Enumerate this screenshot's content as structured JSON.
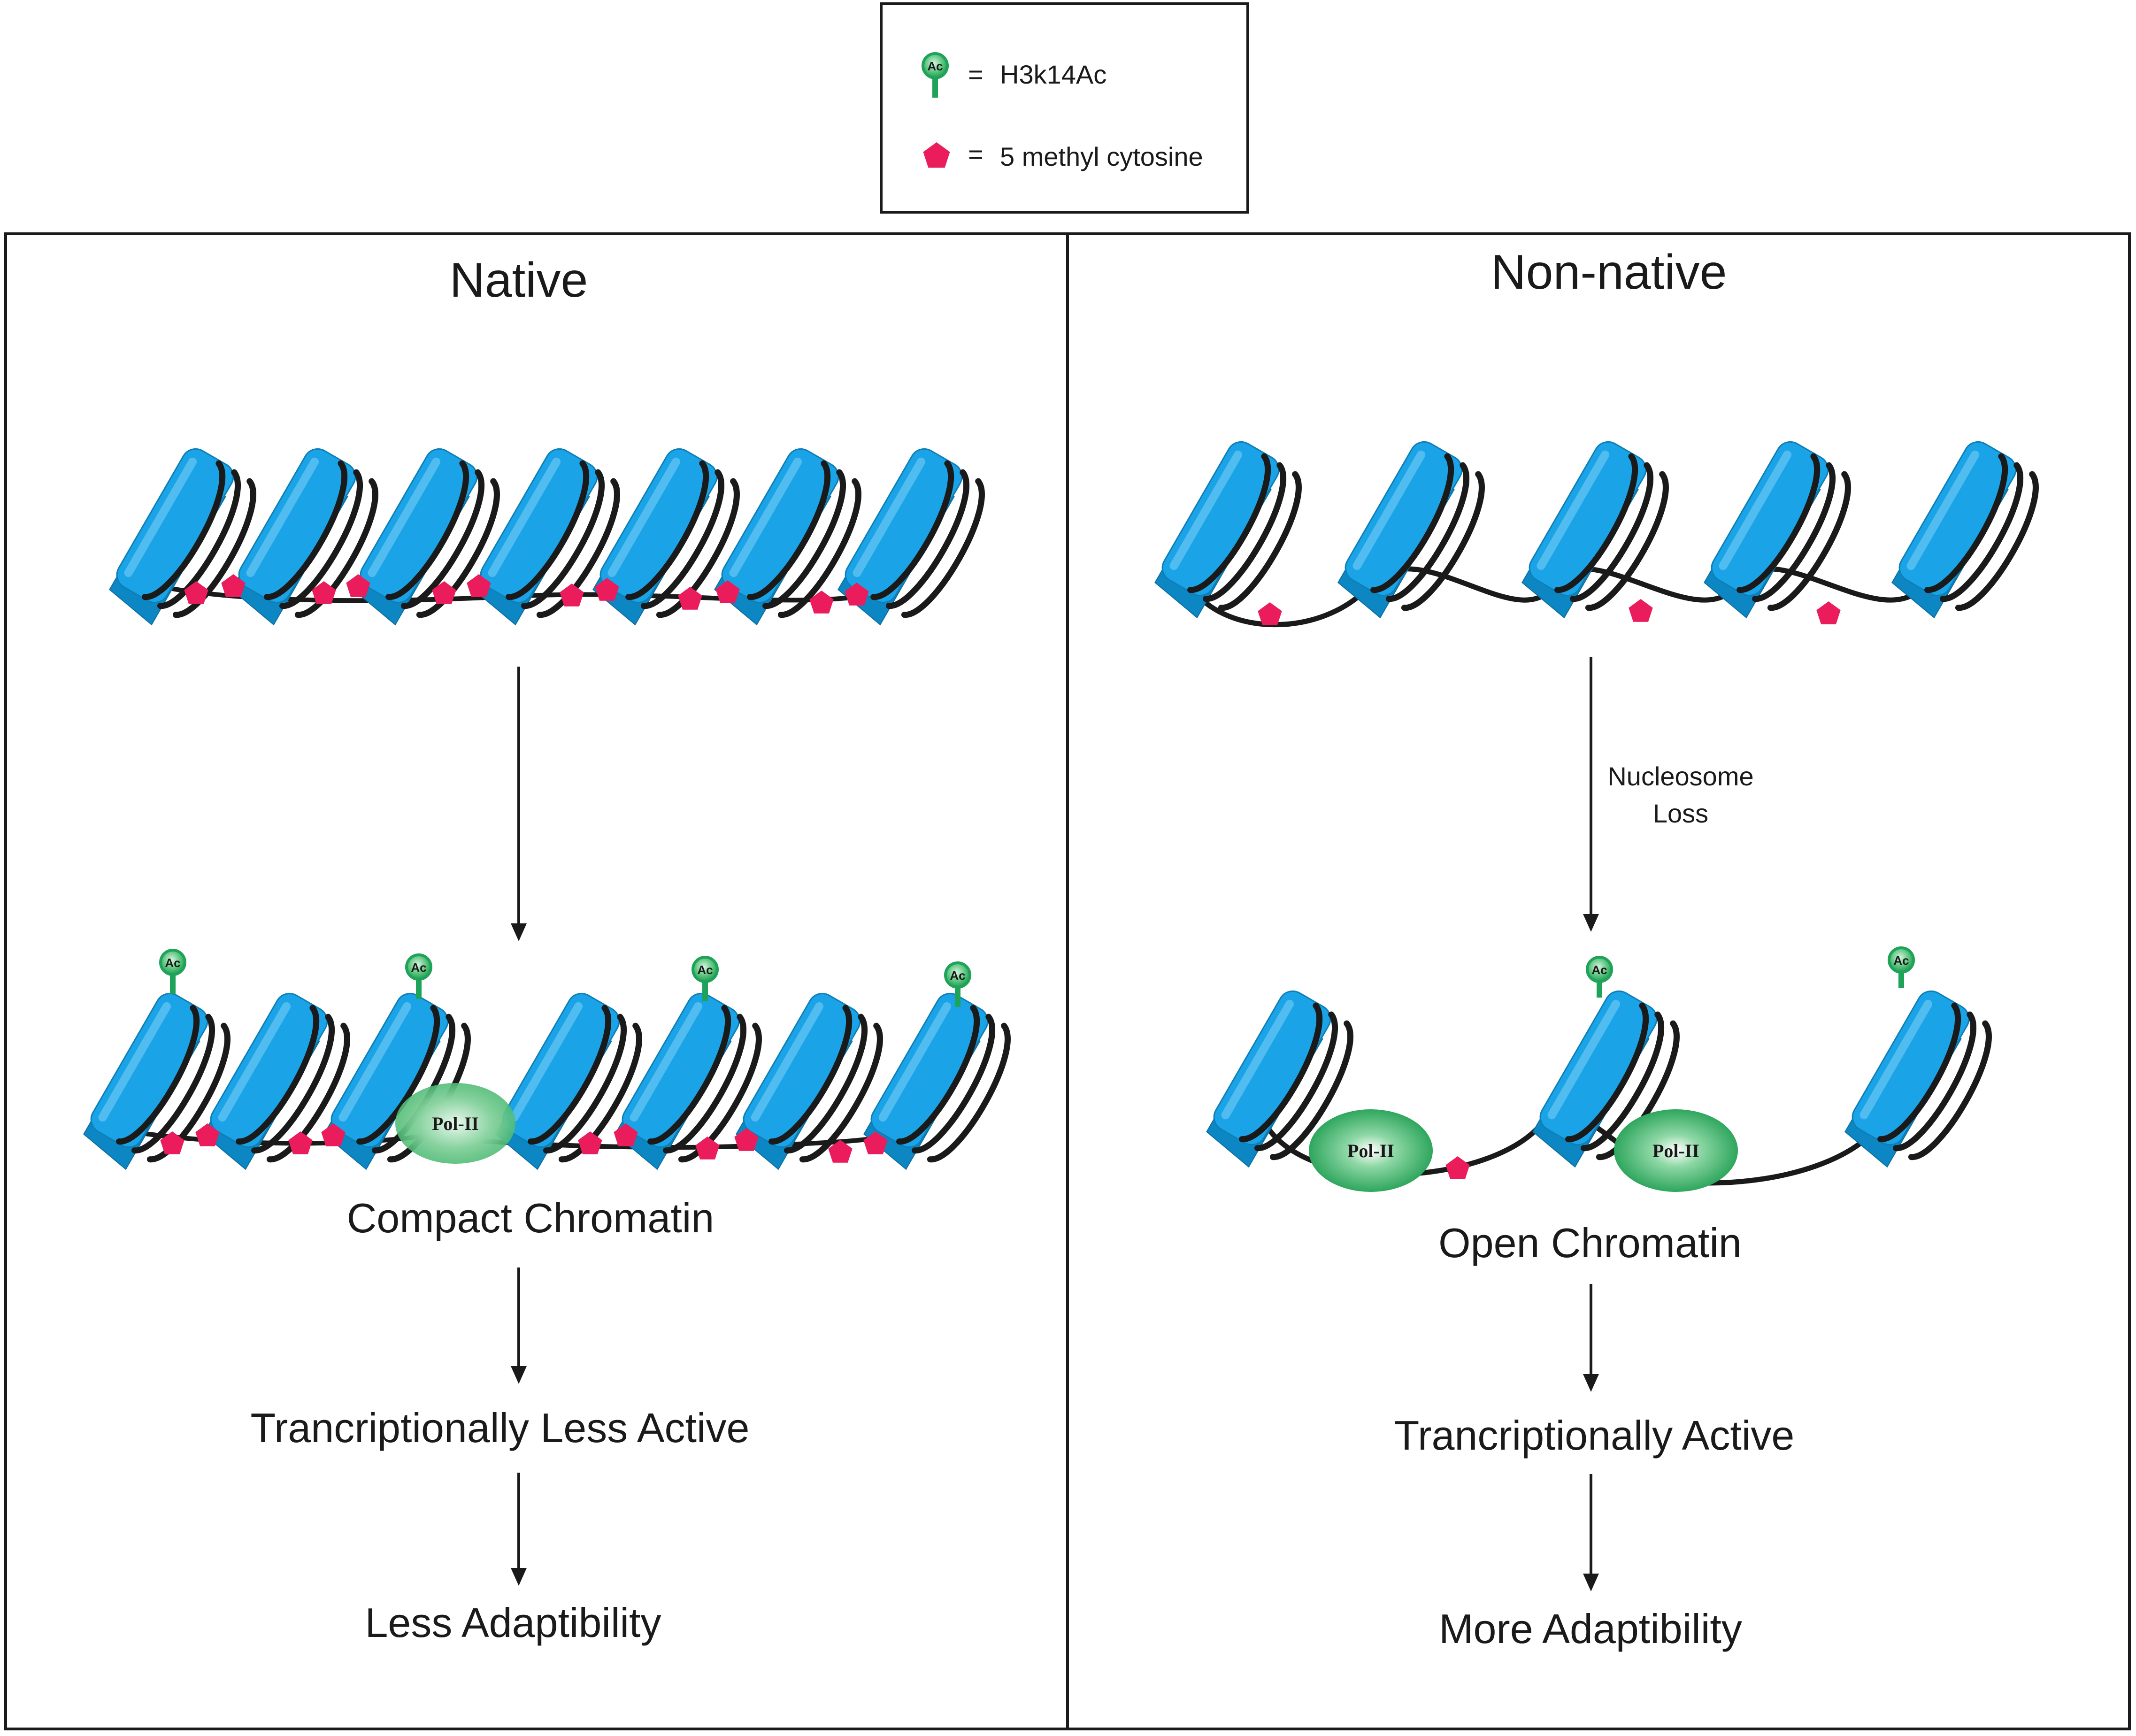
{
  "legend": {
    "items": [
      {
        "symbol": "acetyl-marker-icon",
        "equals": "=",
        "label": "H3k14Ac"
      },
      {
        "symbol": "methyl-cytosine-pentagon-icon",
        "equals": "=",
        "label": "5 methyl cytosine"
      }
    ]
  },
  "panels": {
    "native": {
      "title": "Native",
      "bottom_state": "Compact Chromatin",
      "outcome_1": "Trancriptionally Less Active",
      "outcome_2": "Less Adaptibility"
    },
    "non_native": {
      "title": "Non-native",
      "arrow_label_line1": "Nucleosome",
      "arrow_label_line2": "Loss",
      "bottom_state": "Open Chromatin",
      "outcome_1": "Trancriptionally Active",
      "outcome_2": "More Adaptibility"
    }
  },
  "markers": {
    "acetyl_text": "Ac",
    "polymerase_text": "Pol-II"
  },
  "colors": {
    "nucleosome": "#1aa3e6",
    "nucleosome_dark": "#0d86c4",
    "dna": "#1a1a1a",
    "methyl": "#ea1c5c",
    "acetyl": "#1fa35a",
    "polymerase": "#22b05a"
  }
}
